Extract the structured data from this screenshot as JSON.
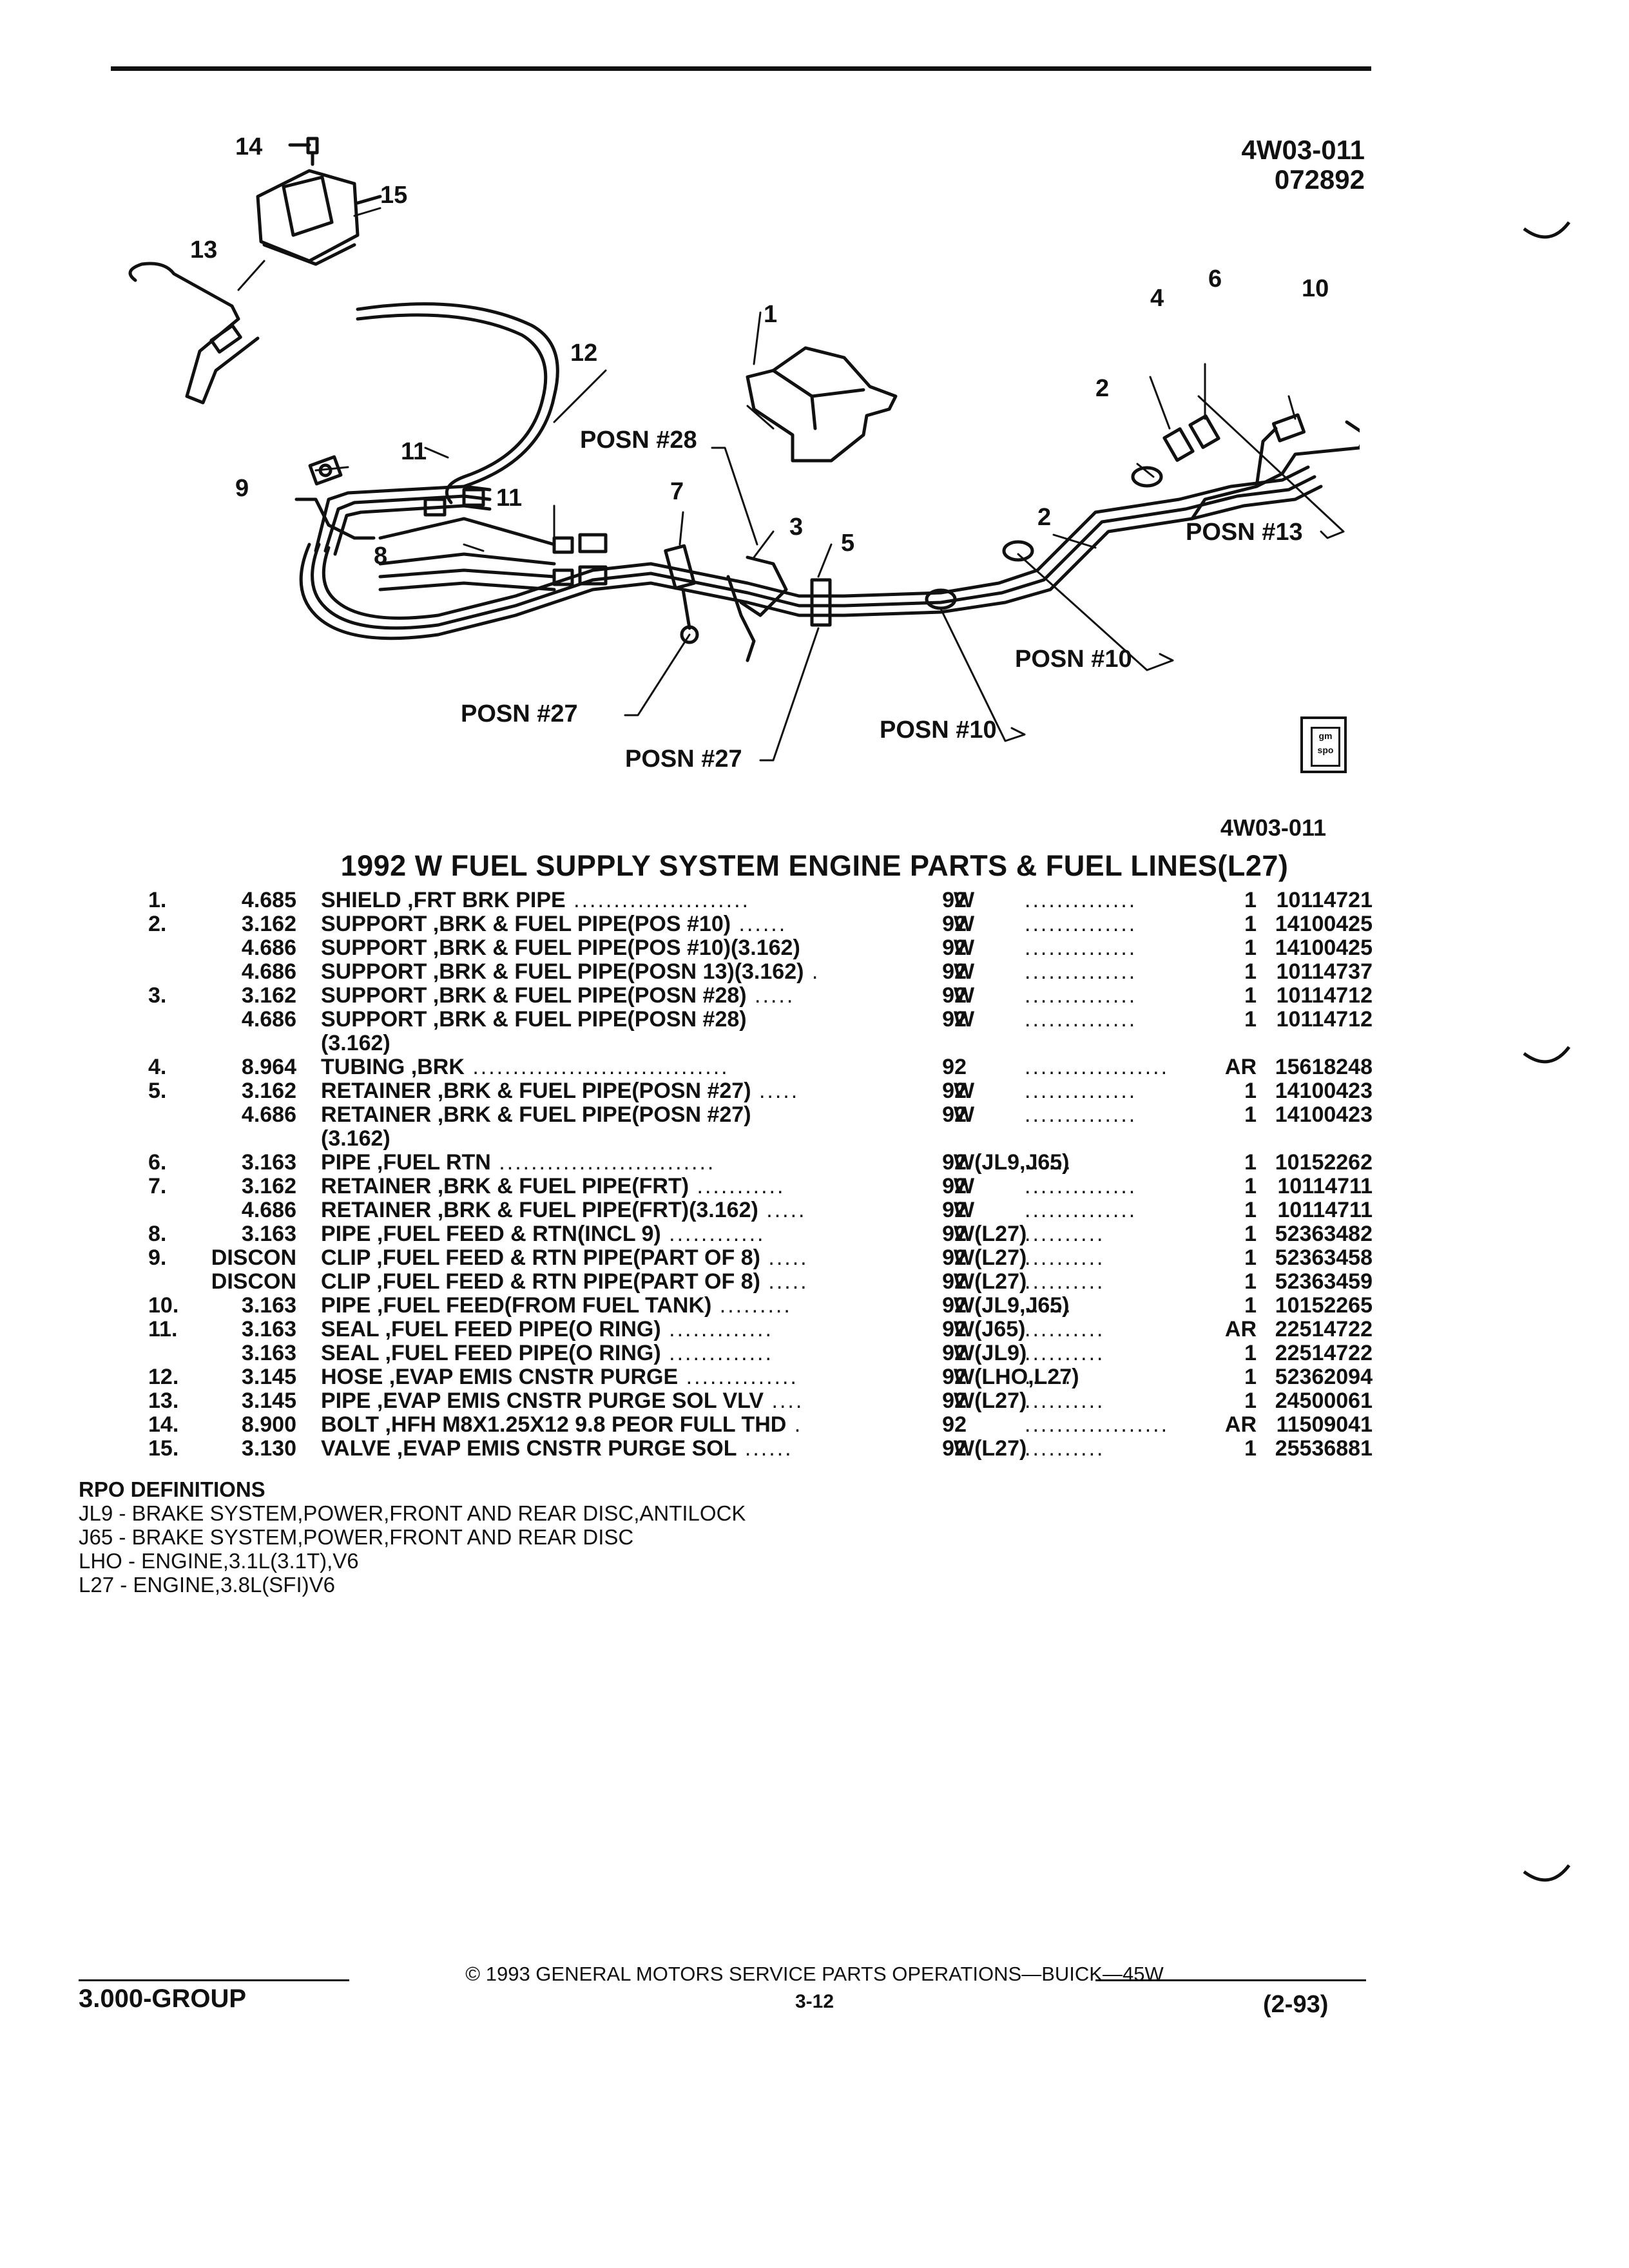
{
  "header": {
    "ref_code": "4W03-011",
    "ref_date": "072892"
  },
  "diagram": {
    "callouts": {
      "c1": "1",
      "c2a": "2",
      "c2b": "2",
      "c3": "3",
      "c4": "4",
      "c5": "5",
      "c6": "6",
      "c7": "7",
      "c8": "8",
      "c9": "9",
      "c10": "10",
      "c11a": "11",
      "c11b": "11",
      "c12": "12",
      "c13": "13",
      "c14": "14",
      "c15": "15"
    },
    "positions": {
      "p28": "POSN #28",
      "p13": "POSN #13",
      "p10a": "POSN #10",
      "p10b": "POSN #10",
      "p27a": "POSN #27",
      "p27b": "POSN #27"
    },
    "figure_code": "4W03-011",
    "logo_text": "gm spo"
  },
  "title": "1992 W FUEL SUPPLY SYSTEM ENGINE PARTS & FUEL LINES(L27)",
  "parts": [
    {
      "num": "1.",
      "group": "4.685",
      "desc": "SHIELD ,FRT BRK PIPE",
      "dots1": "......................",
      "year": "92",
      "model": "W",
      "dots2": "..............",
      "qty": "1",
      "pn": "10114721"
    },
    {
      "num": "2.",
      "group": "3.162",
      "desc": "SUPPORT ,BRK & FUEL PIPE(POS #10)",
      "dots1": "......",
      "year": "92",
      "model": "W",
      "dots2": "..............",
      "qty": "1",
      "pn": "14100425"
    },
    {
      "num": "",
      "group": "4.686",
      "desc": "SUPPORT ,BRK & FUEL PIPE(POS #10)(3.162)",
      "dots1": "",
      "year": "92",
      "model": "W",
      "dots2": "..............",
      "qty": "1",
      "pn": "14100425"
    },
    {
      "num": "",
      "group": "4.686",
      "desc": "SUPPORT ,BRK & FUEL PIPE(POSN 13)(3.162)",
      "dots1": ".",
      "year": "92",
      "model": "W",
      "dots2": "..............",
      "qty": "1",
      "pn": "10114737"
    },
    {
      "num": "3.",
      "group": "3.162",
      "desc": "SUPPORT ,BRK & FUEL PIPE(POSN #28)",
      "dots1": ".....",
      "year": "92",
      "model": "W",
      "dots2": "..............",
      "qty": "1",
      "pn": "10114712"
    },
    {
      "num": "",
      "group": "4.686",
      "desc": "SUPPORT ,BRK & FUEL PIPE(POSN #28)",
      "dots1": "",
      "year": "92",
      "model": "W",
      "dots2": "..............",
      "qty": "1",
      "pn": "10114712"
    },
    {
      "num": "",
      "group": "",
      "desc": "(3.162)",
      "dots1": "",
      "year": "",
      "model": "",
      "dots2": "",
      "qty": "",
      "pn": ""
    },
    {
      "num": "4.",
      "group": "8.964",
      "desc": "TUBING ,BRK",
      "dots1": "................................",
      "year": "92",
      "model": "",
      "dots2": "..................",
      "qty": "AR",
      "pn": "15618248"
    },
    {
      "num": "5.",
      "group": "3.162",
      "desc": "RETAINER ,BRK & FUEL PIPE(POSN #27)",
      "dots1": ".....",
      "year": "92",
      "model": "W",
      "dots2": "..............",
      "qty": "1",
      "pn": "14100423"
    },
    {
      "num": "",
      "group": "4.686",
      "desc": "RETAINER ,BRK & FUEL PIPE(POSN #27)",
      "dots1": "",
      "year": "92",
      "model": "W",
      "dots2": "..............",
      "qty": "1",
      "pn": "14100423"
    },
    {
      "num": "",
      "group": "",
      "desc": "(3.162)",
      "dots1": "",
      "year": "",
      "model": "",
      "dots2": "",
      "qty": "",
      "pn": ""
    },
    {
      "num": "6.",
      "group": "3.163",
      "desc": "PIPE ,FUEL RTN",
      "dots1": "...........................",
      "year": "92",
      "model": "W(JL9,J65)",
      "dots2": "......",
      "qty": "1",
      "pn": "10152262"
    },
    {
      "num": "7.",
      "group": "3.162",
      "desc": "RETAINER ,BRK & FUEL PIPE(FRT)",
      "dots1": "...........",
      "year": "92",
      "model": "W",
      "dots2": "..............",
      "qty": "1",
      "pn": "10114711"
    },
    {
      "num": "",
      "group": "4.686",
      "desc": "RETAINER ,BRK & FUEL PIPE(FRT)(3.162)",
      "dots1": ".....",
      "year": "92",
      "model": "W",
      "dots2": "..............",
      "qty": "1",
      "pn": "10114711"
    },
    {
      "num": "8.",
      "group": "3.163",
      "desc": "PIPE ,FUEL FEED & RTN(INCL 9)",
      "dots1": "............",
      "year": "92",
      "model": "W(L27)",
      "dots2": "..........",
      "qty": "1",
      "pn": "52363482"
    },
    {
      "num": "9.",
      "group": "DISCON",
      "desc": "CLIP ,FUEL FEED & RTN PIPE(PART OF 8)",
      "dots1": ".....",
      "year": "92",
      "model": "W(L27)",
      "dots2": "..........",
      "qty": "1",
      "pn": "52363458"
    },
    {
      "num": "",
      "group": "DISCON",
      "desc": "CLIP ,FUEL FEED & RTN PIPE(PART OF 8)",
      "dots1": ".....",
      "year": "92",
      "model": "W(L27)",
      "dots2": "..........",
      "qty": "1",
      "pn": "52363459"
    },
    {
      "num": "10.",
      "group": "3.163",
      "desc": "PIPE ,FUEL FEED(FROM FUEL TANK)",
      "dots1": ".........",
      "year": "92",
      "model": "W(JL9,J65)",
      "dots2": "......",
      "qty": "1",
      "pn": "10152265"
    },
    {
      "num": "11.",
      "group": "3.163",
      "desc": "SEAL ,FUEL FEED PIPE(O RING)",
      "dots1": ".............",
      "year": "92",
      "model": "W(J65)",
      "dots2": "..........",
      "qty": "AR",
      "pn": "22514722"
    },
    {
      "num": "",
      "group": "3.163",
      "desc": "SEAL ,FUEL FEED PIPE(O RING)",
      "dots1": ".............",
      "year": "92",
      "model": "W(JL9)",
      "dots2": "..........",
      "qty": "1",
      "pn": "22514722"
    },
    {
      "num": "12.",
      "group": "3.145",
      "desc": "HOSE ,EVAP EMIS CNSTR PURGE",
      "dots1": "..............",
      "year": "92",
      "model": "W(LHO,L27)",
      "dots2": "......",
      "qty": "1",
      "pn": "52362094"
    },
    {
      "num": "13.",
      "group": "3.145",
      "desc": "PIPE ,EVAP EMIS CNSTR PURGE SOL VLV",
      "dots1": "....",
      "year": "92",
      "model": "W(L27)",
      "dots2": "..........",
      "qty": "1",
      "pn": "24500061"
    },
    {
      "num": "14.",
      "group": "8.900",
      "desc": "BOLT ,HFH M8X1.25X12 9.8 PEOR FULL THD",
      "dots1": ".",
      "year": "92",
      "model": "",
      "dots2": "..................",
      "qty": "AR",
      "pn": "11509041"
    },
    {
      "num": "15.",
      "group": "3.130",
      "desc": "VALVE ,EVAP EMIS CNSTR PURGE SOL",
      "dots1": "......",
      "year": "92",
      "model": "W(L27)",
      "dots2": "..........",
      "qty": "1",
      "pn": "25536881"
    }
  ],
  "rpo": {
    "heading": "RPO DEFINITIONS",
    "lines": [
      "JL9 - BRAKE SYSTEM,POWER,FRONT AND REAR DISC,ANTILOCK",
      "J65 - BRAKE SYSTEM,POWER,FRONT AND REAR DISC",
      "LHO - ENGINE,3.1L(3.1T),V6",
      "L27 - ENGINE,3.8L(SFI)V6"
    ]
  },
  "footer": {
    "group": "3.000-GROUP",
    "copyright": "© 1993 GENERAL MOTORS SERVICE PARTS OPERATIONS—BUICK—45W",
    "page": "3-12",
    "date": "(2-93)"
  }
}
